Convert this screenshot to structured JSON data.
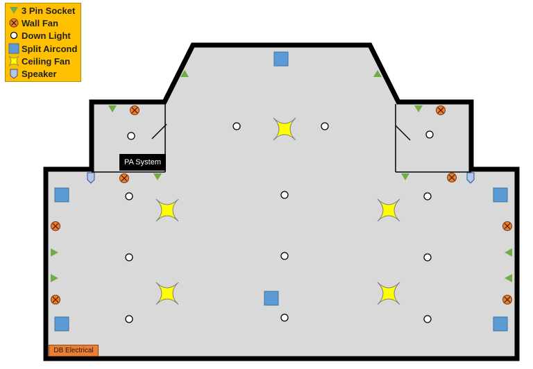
{
  "legend": {
    "socket_label": "3 Pin Socket",
    "wall_fan_label": "Wall Fan",
    "down_light_label": "Down Light",
    "aircond_label": "Split Aircond",
    "ceiling_fan_label": "Ceiling Fan",
    "speaker_label": "Speaker"
  },
  "labels": {
    "pa_system": "PA System",
    "db_electrical": "DB Electrical"
  },
  "colors": {
    "floor": "#d9d9d9",
    "wall": "#000000",
    "socket": "#70ad47",
    "wall_fan": "#ed7d31",
    "aircond": "#5b9bd5",
    "ceiling_fan": "#ffff00",
    "speaker": "#b4c7e7",
    "legend_bg": "#ffc000"
  }
}
